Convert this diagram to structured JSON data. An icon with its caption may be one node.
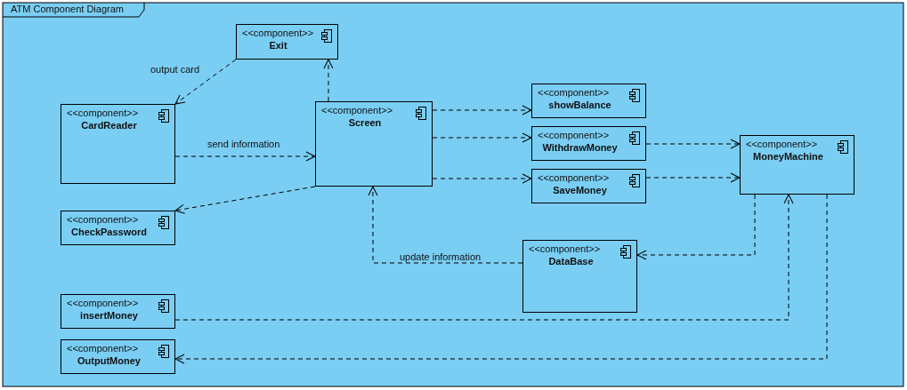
{
  "diagram": {
    "title": "ATM Component Diagram",
    "nodes": [
      {
        "text": [
          "<<component>>",
          "Exit"
        ]
      },
      {
        "text": [
          "<<component>>",
          "CardReader"
        ]
      },
      {
        "text": [
          "<<component>>",
          "Screen"
        ]
      },
      {
        "text": [
          "<<component>>",
          "showBalance"
        ]
      },
      {
        "text": [
          "<<component>>",
          "WithdrawMoney"
        ]
      },
      {
        "text": [
          "<<component>>",
          "SaveMoney"
        ]
      },
      {
        "text": [
          "<<component>>",
          "MoneyMachine"
        ]
      },
      {
        "text": [
          "<<component>>",
          "CheckPassword"
        ]
      },
      {
        "text": [
          "<<component>>",
          "DataBase"
        ]
      },
      {
        "text": [
          "<<component>>",
          "insertMoney"
        ]
      },
      {
        "text": [
          "<<component>>",
          "OutputMoney"
        ]
      }
    ],
    "edges": [
      {
        "from": 0,
        "to": 1,
        "arrow": "to",
        "label": "output card",
        "style": "dashed"
      },
      {
        "from": 2,
        "to": 0,
        "arrow": "to",
        "style": "dashed"
      },
      {
        "from": 1,
        "to": 2,
        "arrow": "to",
        "label": "send information",
        "style": "dashed"
      },
      {
        "from": 2,
        "to": 3,
        "arrow": "to",
        "style": "dashed"
      },
      {
        "from": 2,
        "to": 4,
        "arrow": "to",
        "style": "dashed"
      },
      {
        "from": 2,
        "to": 5,
        "arrow": "to",
        "style": "dashed"
      },
      {
        "from": 4,
        "to": 6,
        "arrow": "to",
        "style": "dashed"
      },
      {
        "from": 5,
        "to": 6,
        "arrow": "to",
        "style": "dashed"
      },
      {
        "from": 2,
        "to": 7,
        "arrow": "to",
        "style": "dashed"
      },
      {
        "from": 8,
        "to": 2,
        "arrow": "to",
        "label": "update information",
        "style": "dashed"
      },
      {
        "from": 6,
        "to": 8,
        "arrow": "to",
        "style": "dashed"
      },
      {
        "from": 9,
        "to": 6,
        "arrow": "to",
        "style": "dashed"
      },
      {
        "from": 6,
        "to": 10,
        "arrow": "to",
        "style": "dashed"
      }
    ]
  }
}
